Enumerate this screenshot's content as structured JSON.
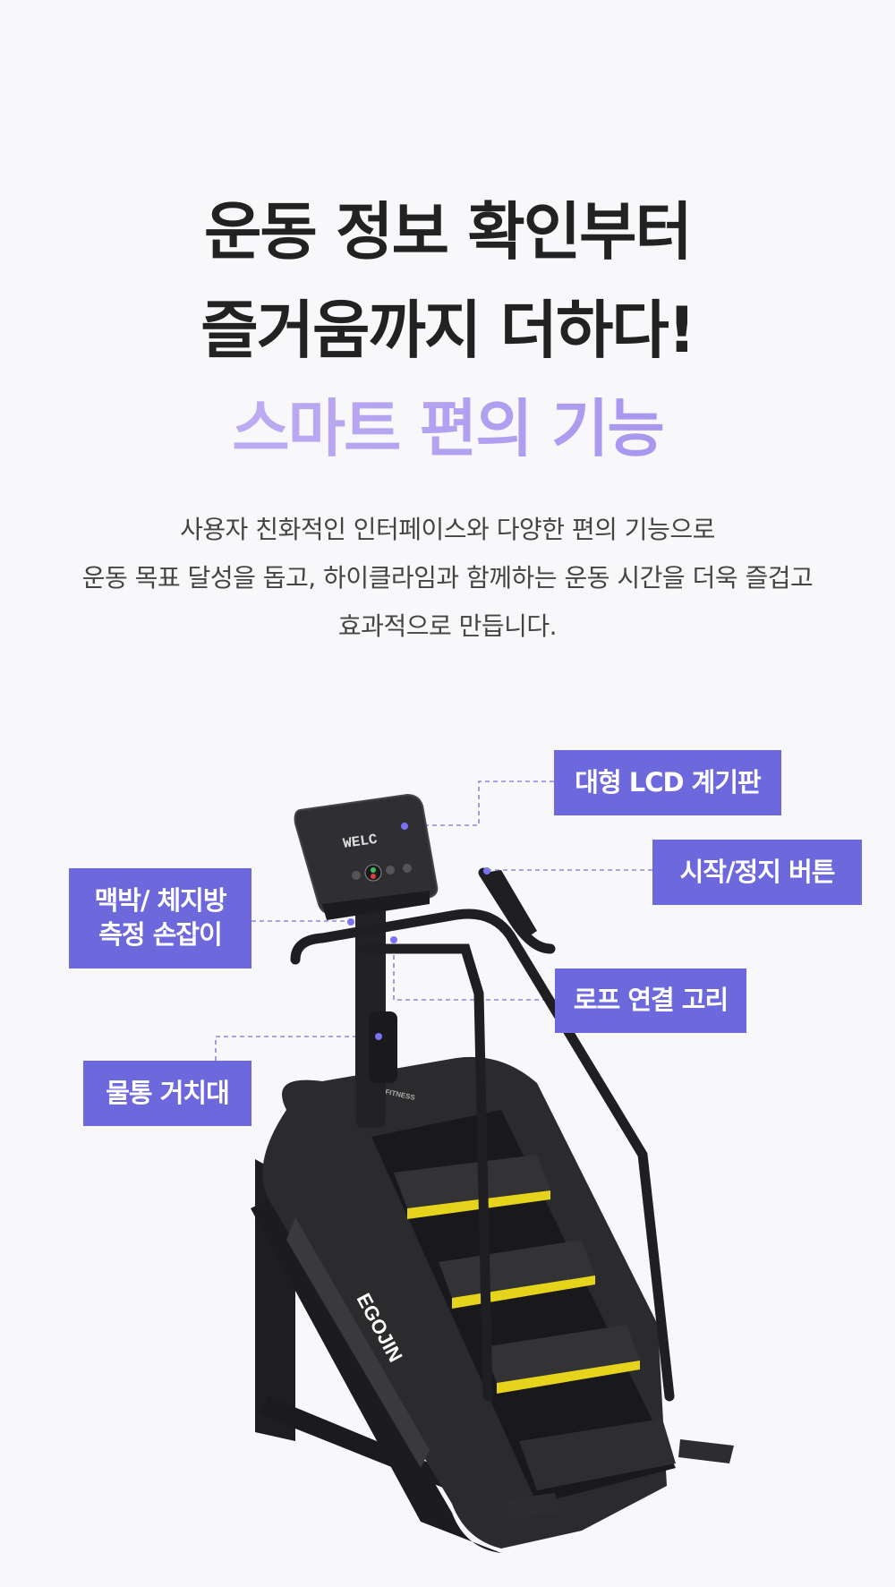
{
  "headline": {
    "line1": "운동 정보 확인부터",
    "line2": "즐거움까지 더하다!",
    "line3": "스마트 편의 기능"
  },
  "description": {
    "line1": "사용자 친화적인 인터페이스와 다양한 편의 기능으로",
    "line2": "운동 목표 달성을 돕고, 하이클라임과 함께하는 운동 시간을 더욱 즐겁고",
    "line3": "효과적으로 만듭니다."
  },
  "callouts": {
    "lcd": "대형 LCD 계기판",
    "start_stop": "시작/정지 버튼",
    "pulse_line1": "맥박/ 체지방",
    "pulse_line2": "측정 손잡이",
    "rope": "로프 연결 고리",
    "bottle": "물통 거치대"
  },
  "product": {
    "brand": "EGOJIN",
    "console_text": "WELC",
    "base_text": "FITNESS"
  },
  "colors": {
    "accent": "#6e68dd",
    "highlight_gradient_start": "#c8b6f4",
    "highlight_gradient_end": "#9d8cec",
    "step_stripe": "#e5d31c"
  }
}
